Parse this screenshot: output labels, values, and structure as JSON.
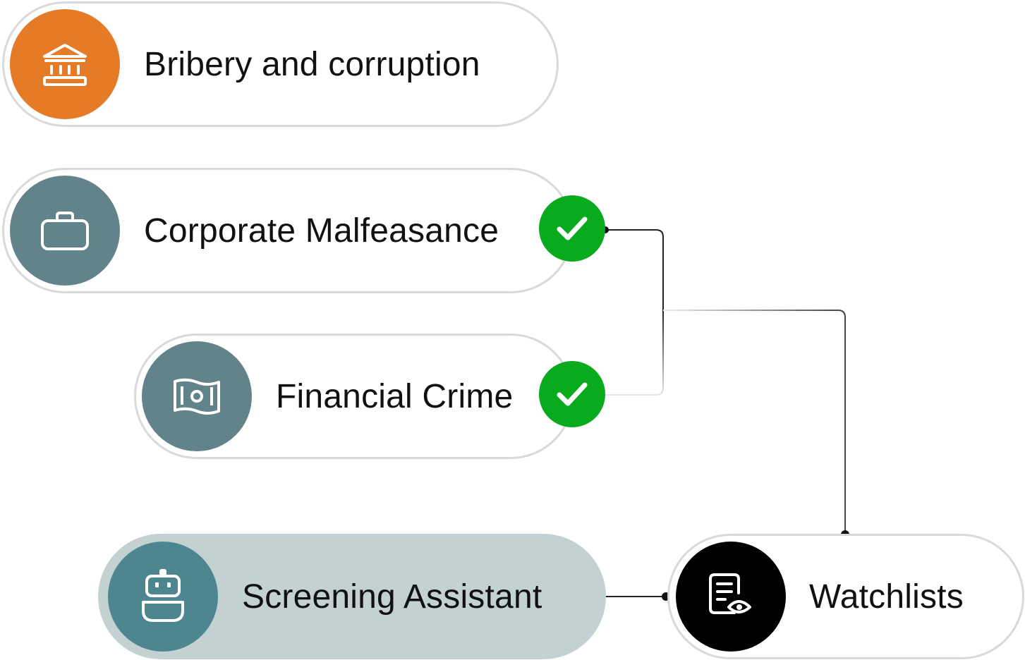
{
  "nodes": {
    "bribery": {
      "label": "Bribery and corruption",
      "icon": "bank-icon",
      "color": "#e57a27",
      "checked": false
    },
    "corporate": {
      "label": "Corporate Malfeasance",
      "icon": "briefcase-icon",
      "color": "#62838a",
      "checked": true
    },
    "financial": {
      "label": "Financial Crime",
      "icon": "banknote-icon",
      "color": "#62838a",
      "checked": true
    },
    "screening": {
      "label": "Screening Assistant",
      "icon": "robot-icon",
      "color": "#4e868f",
      "pill_color": "#c3d1d3"
    },
    "watchlists": {
      "label": "Watchlists",
      "icon": "document-eye-icon",
      "color": "#000000"
    }
  },
  "check_color": "#0aaa1e",
  "connections": [
    {
      "from": "corporate",
      "to": "watchlists"
    },
    {
      "from": "financial",
      "to": "watchlists"
    },
    {
      "from": "screening",
      "to": "watchlists"
    }
  ]
}
